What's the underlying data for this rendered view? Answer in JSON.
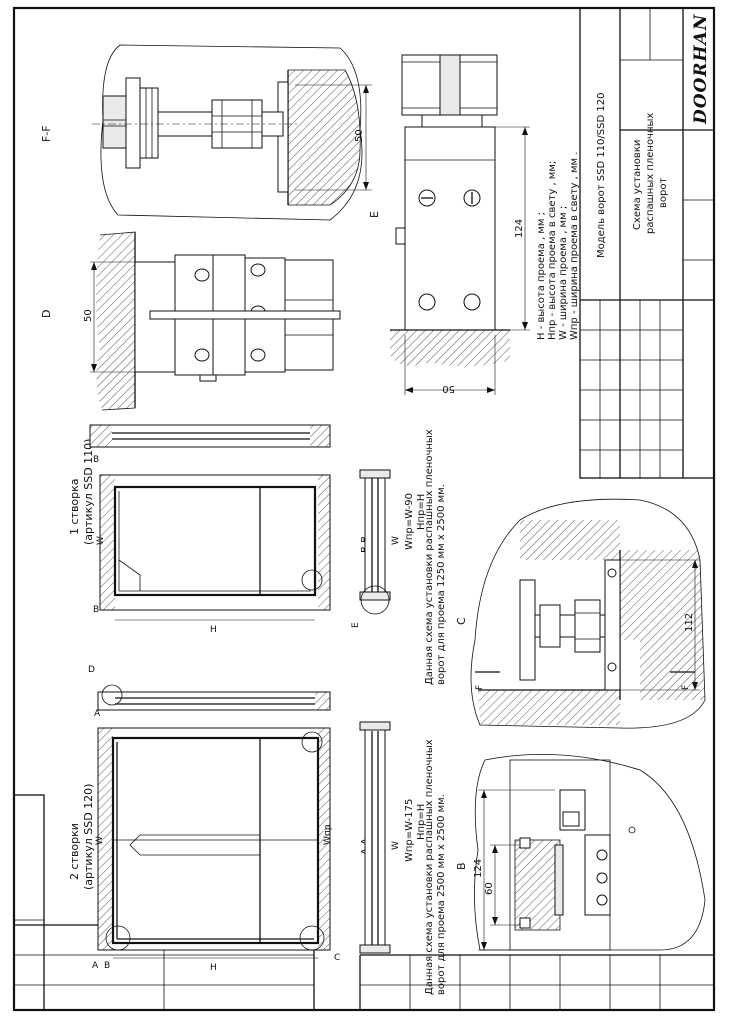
{
  "brand": "DOORHAN",
  "title_block": {
    "model": "Модель ворот SSD 110/SSD 120",
    "description": [
      "Схема установки",
      "распашных пленочных",
      "ворот"
    ]
  },
  "legend": [
    "H - высота проема , мм ;",
    "Hпр - высота проема в свету , мм;",
    "W - ширина проема , мм ;",
    "Wпр - ширина проема в свету , мм ."
  ],
  "views": {
    "two_leaf": {
      "heading": "2 створки",
      "article": "(артикул SSD 120)",
      "formula_w": "Wпр=W-175",
      "formula_h": "Hпр=H",
      "note1": "Данная схема установки  распашных пленочных",
      "note2": "ворот  для проема  2500 мм х 2500 мм."
    },
    "one_leaf": {
      "heading": "1 створка",
      "article": "(артикул SSD 110)",
      "formula_w": "Wпр=W-90",
      "formula_h": "Hпр=H",
      "note1": "Данная схема установки  распашных пленочных",
      "note2": "ворот  для проема  1250 мм х 2500 мм."
    }
  },
  "labels": {
    "W": "W",
    "H": "H",
    "Wpr": "Wпр",
    "A": "A",
    "B": "B",
    "C": "C",
    "D": "D",
    "E": "E",
    "F": "F",
    "FF": "F-F",
    "AA": "A-A",
    "BB": "B-B"
  },
  "dims": {
    "d50_ff": "50",
    "d50_d": "50",
    "d124_e": "124",
    "d50_e": "50",
    "d112_c": "112",
    "d124_b": "124",
    "d60_b": "60"
  }
}
